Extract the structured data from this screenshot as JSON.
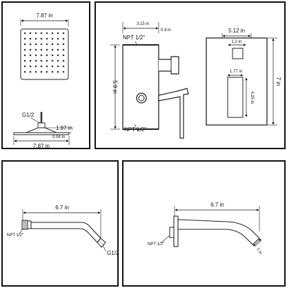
{
  "shower_head": {
    "width_top": "7.87 in",
    "connector_label": "G1/2",
    "height": "1.97 in",
    "thickness": "0.08 in",
    "width_bottom": "7.87 in"
  },
  "valve_body": {
    "depth": "3.15 in",
    "inlet_top": "NPT 1/2\"",
    "offset": "0.4 in",
    "height": "5.9 in",
    "inlet_bottom": "NPT 1/2\""
  },
  "trim_plate": {
    "width": "5.12 in",
    "handle_offset": "1.2 in",
    "lower_gap": "1.77 in",
    "lower_height": "4.25 in",
    "height": "7 in"
  },
  "shower_arm": {
    "length": "6.7 in",
    "inlet": "NPT 1/2\"",
    "outlet": "G1/2"
  },
  "tub_spout": {
    "length": "6.7 in",
    "inlet": "NPT 1/2\"",
    "outlet": "1 in"
  }
}
